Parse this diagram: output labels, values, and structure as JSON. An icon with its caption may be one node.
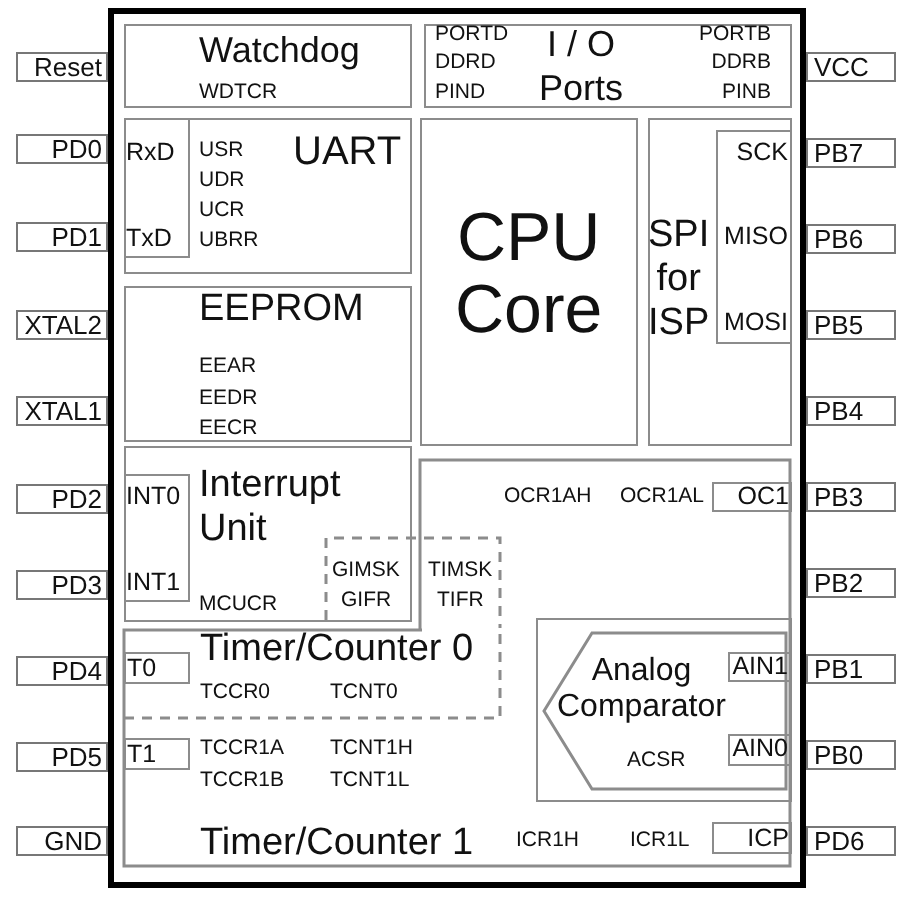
{
  "diagram": {
    "nodes": [
      {
        "text": [],
        "shape": "box"
      },
      {
        "text": [
          "Watchdog",
          "WDTCR"
        ],
        "in": 0
      },
      {
        "text": [
          "PORTD",
          "DDRD",
          "PIND",
          "I / O Ports",
          "PORTB",
          "DDRB",
          "PINB"
        ],
        "in": 0
      },
      {
        "text": [
          "UART",
          "USR",
          "UDR",
          "UCR",
          "UBRR"
        ],
        "in": 0
      },
      {
        "text": [
          "RxD",
          "TxD"
        ],
        "in": 3
      },
      {
        "text": [
          "CPU Core"
        ],
        "in": 0
      },
      {
        "text": [
          "SPI for ISP"
        ],
        "in": 0
      },
      {
        "text": [
          "SCK",
          "MISO",
          "MOSI"
        ],
        "in": 6
      },
      {
        "text": [
          "EEPROM",
          "EEAR",
          "EEDR",
          "EECR"
        ],
        "in": 0
      },
      {
        "text": [
          "Interrupt Unit",
          "MCUCR"
        ],
        "in": 0
      },
      {
        "text": [
          "INT0",
          "INT1"
        ],
        "in": 9
      },
      {
        "text": [
          "Timer/Counter 1",
          "OCR1AH",
          "OCR1AL",
          "TCCR1A",
          "TCCR1B",
          "TCNT1H",
          "TCNT1L",
          "ICR1H",
          "ICR1L"
        ],
        "in": 0
      },
      {
        "text": [
          "OC1"
        ],
        "in": 11
      },
      {
        "text": [
          "GIMSK",
          "GIFR",
          "TIMSK",
          "TIFR"
        ],
        "in": 11
      },
      {
        "text": [
          "Timer/Counter 0",
          "TCCR0",
          "TCNT0"
        ],
        "in": 11
      },
      {
        "text": [
          "T0"
        ],
        "in": 14
      },
      {
        "text": [
          "T1"
        ],
        "in": 11
      },
      {
        "text": [
          "Analog Comparator",
          "ACSR"
        ],
        "in": 11
      },
      {
        "text": [
          "AIN1"
        ],
        "in": 17
      },
      {
        "text": [
          "AIN0"
        ],
        "in": 17
      },
      {
        "text": [
          "ICP"
        ],
        "in": 11
      },
      {
        "text": [
          "Reset"
        ]
      },
      {
        "text": [
          "PD0"
        ]
      },
      {
        "text": [
          "PD1"
        ]
      },
      {
        "text": [
          "XTAL2"
        ]
      },
      {
        "text": [
          "XTAL1"
        ]
      },
      {
        "text": [
          "PD2"
        ]
      },
      {
        "text": [
          "PD3"
        ]
      },
      {
        "text": [
          "PD4"
        ]
      },
      {
        "text": [
          "PD5"
        ]
      },
      {
        "text": [
          "GND"
        ]
      },
      {
        "text": [
          "VCC"
        ]
      },
      {
        "text": [
          "PB7"
        ]
      },
      {
        "text": [
          "PB6"
        ]
      },
      {
        "text": [
          "PB5"
        ]
      },
      {
        "text": [
          "PB4"
        ]
      },
      {
        "text": [
          "PB3"
        ]
      },
      {
        "text": [
          "PB2"
        ]
      },
      {
        "text": [
          "PB1"
        ]
      },
      {
        "text": [
          "PB0"
        ]
      },
      {
        "text": [
          "PD6"
        ]
      }
    ]
  }
}
